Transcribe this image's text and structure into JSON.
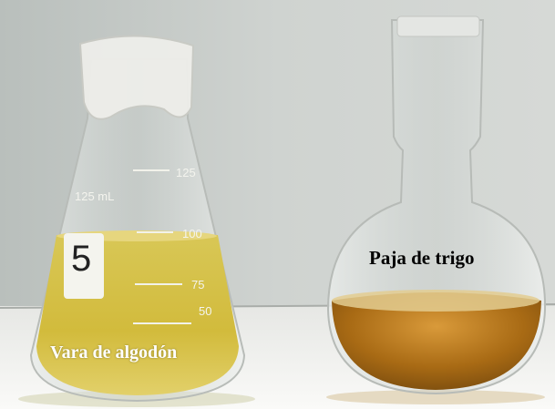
{
  "photo": {
    "description_free": true,
    "colors": {
      "wall": "#c9cdca",
      "bench": "#f2f2f0",
      "liquid_left": "#d9c54a",
      "liquid_right": "#b57a1c",
      "glass": "#e8ecea"
    }
  },
  "captions": {
    "left": "Vara de algodón",
    "right": "Paja de trigo"
  },
  "flask_left": {
    "marker": "5",
    "volume_label": "125 mL",
    "graduations": [
      "125",
      "100",
      "75",
      "50"
    ]
  }
}
